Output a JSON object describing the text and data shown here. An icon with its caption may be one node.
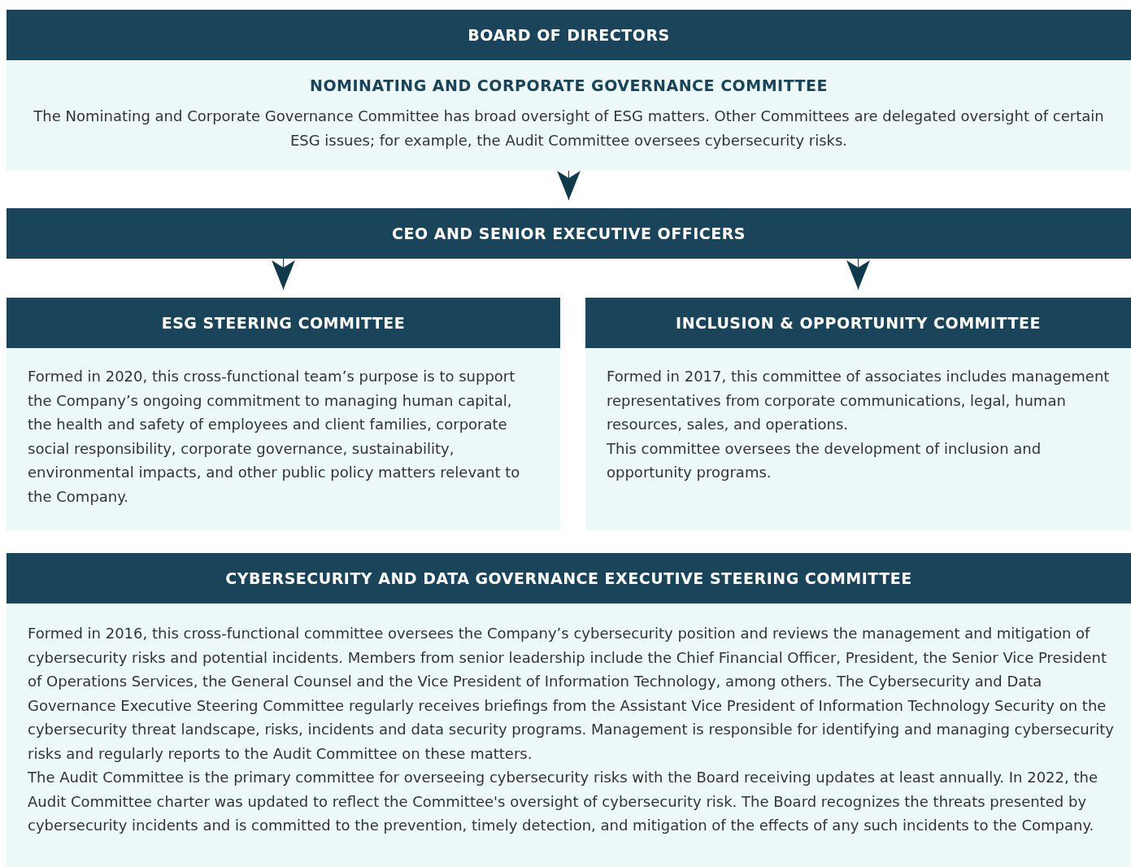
{
  "diagram": {
    "nodes": [
      {
        "text": [
          "BOARD OF DIRECTORS"
        ]
      },
      {
        "text": [
          "NOMINATING AND CORPORATE GOVERNANCE COMMITTEE",
          "The Nominating and Corporate Governance Committee has broad oversight of ESG matters. Other Committees are delegated oversight of certain ESG issues; for example, the Audit Committee oversees cybersecurity risks."
        ]
      },
      {
        "text": [
          "CEO AND SENIOR EXECUTIVE OFFICERS"
        ]
      },
      {
        "text": [
          "ESG STEERING COMMITTEE",
          "Formed in 2020, this cross-functional team’s purpose is to support the Company’s ongoing commitment to managing human capital, the health and safety of employees and client families, corporate social responsibility, corporate governance, sustainability, environmental impacts, and other public policy matters relevant to the Company."
        ]
      },
      {
        "text": [
          "INCLUSION & OPPORTUNITY COMMITTEE",
          "Formed in 2017, this committee of associates includes management representatives from corporate communications, legal, human resources, sales, and operations.",
          "This committee oversees the development of inclusion and opportunity programs."
        ]
      },
      {
        "text": [
          "CYBERSECURITY AND DATA GOVERNANCE EXECUTIVE STEERING COMMITTEE",
          "Formed in 2016, this cross-functional committee oversees the Company’s cybersecurity position and reviews the management and mitigation of cybersecurity risks and potential incidents. Members from senior leadership include the Chief Financial Officer, President, the Senior Vice President of Operations Services, the General Counsel and the Vice President of Information Technology, among others. The Cybersecurity and Data Governance Executive Steering Committee regularly receives briefings from the Assistant Vice President of Information Technology Security on the cybersecurity threat landscape, risks, incidents and data security programs. Management is responsible for identifying and managing cybersecurity risks and regularly reports to the Audit Committee on these matters.",
          "The Audit Committee is the primary committee for overseeing cybersecurity risks with the Board receiving updates at least annually. In 2022, the Audit Committee charter was updated to reflect the Committee's oversight of cybersecurity risk. The Board recognizes the threats presented by cybersecurity incidents and is committed to the prevention, timely detection, and mitigation of the effects of any such incidents to the Company."
        ]
      }
    ],
    "edges": [
      {
        "from": 1,
        "to": 2,
        "arrow": "to"
      },
      {
        "from": 2,
        "to": 3,
        "arrow": "to"
      },
      {
        "from": 2,
        "to": 4,
        "arrow": "to"
      }
    ]
  }
}
